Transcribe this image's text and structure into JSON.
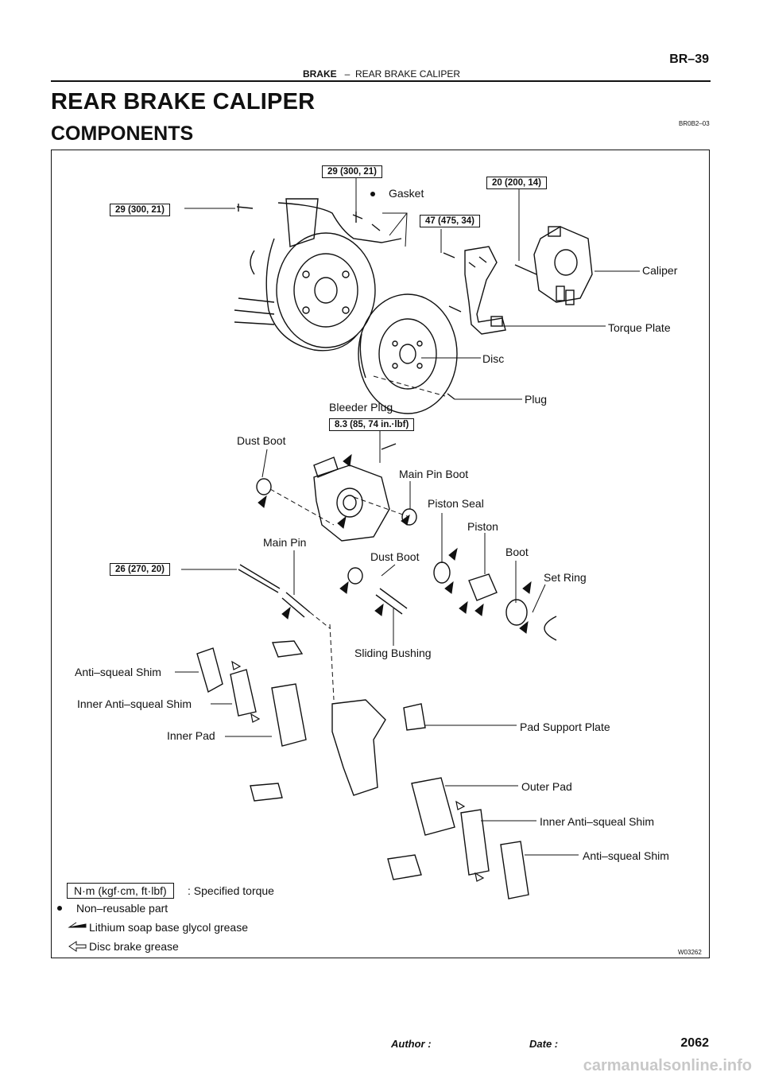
{
  "header": {
    "page_code": "BR–39",
    "section": "BRAKE",
    "separator": "–",
    "subsection": "REAR BRAKE CALIPER"
  },
  "title": "REAR BRAKE CALIPER",
  "subtitle": "COMPONENTS",
  "ref_code": "BR0B2–03",
  "figure_no": "W03262",
  "torque_specs": {
    "t1": "29 (300, 21)",
    "t2": "29 (300, 21)",
    "t3": "20 (200, 14)",
    "t4": "47 (475, 34)",
    "t5": "8.3 (85, 74 in.·lbf)",
    "t6": "26 (270, 20)"
  },
  "labels": {
    "gasket": "Gasket",
    "caliper": "Caliper",
    "torque_plate": "Torque Plate",
    "disc": "Disc",
    "plug": "Plug",
    "bleeder_plug": "Bleeder Plug",
    "dust_boot_1": "Dust Boot",
    "main_pin_boot": "Main Pin Boot",
    "piston_seal": "Piston Seal",
    "piston": "Piston",
    "main_pin": "Main Pin",
    "dust_boot_2": "Dust Boot",
    "boot": "Boot",
    "set_ring": "Set Ring",
    "sliding_bushing": "Sliding Bushing",
    "anti_squeal_shim_1": "Anti–squeal Shim",
    "inner_anti_squeal_shim_1": "Inner Anti–squeal Shim",
    "inner_pad": "Inner Pad",
    "pad_support_plate": "Pad Support Plate",
    "outer_pad": "Outer Pad",
    "inner_anti_squeal_shim_2": "Inner Anti–squeal Shim",
    "anti_squeal_shim_2": "Anti–squeal Shim"
  },
  "legend": {
    "torque_unit": "N·m (kgf·cm, ft·lbf)",
    "torque_desc": ": Specified torque",
    "non_reusable": "Non–reusable part",
    "lithium": "Lithium soap base glycol grease",
    "disc_grease": "Disc brake grease"
  },
  "footer": {
    "author": "Author :",
    "date": "Date :",
    "page_no": "2062"
  },
  "watermark": "carmanualsonline.info"
}
